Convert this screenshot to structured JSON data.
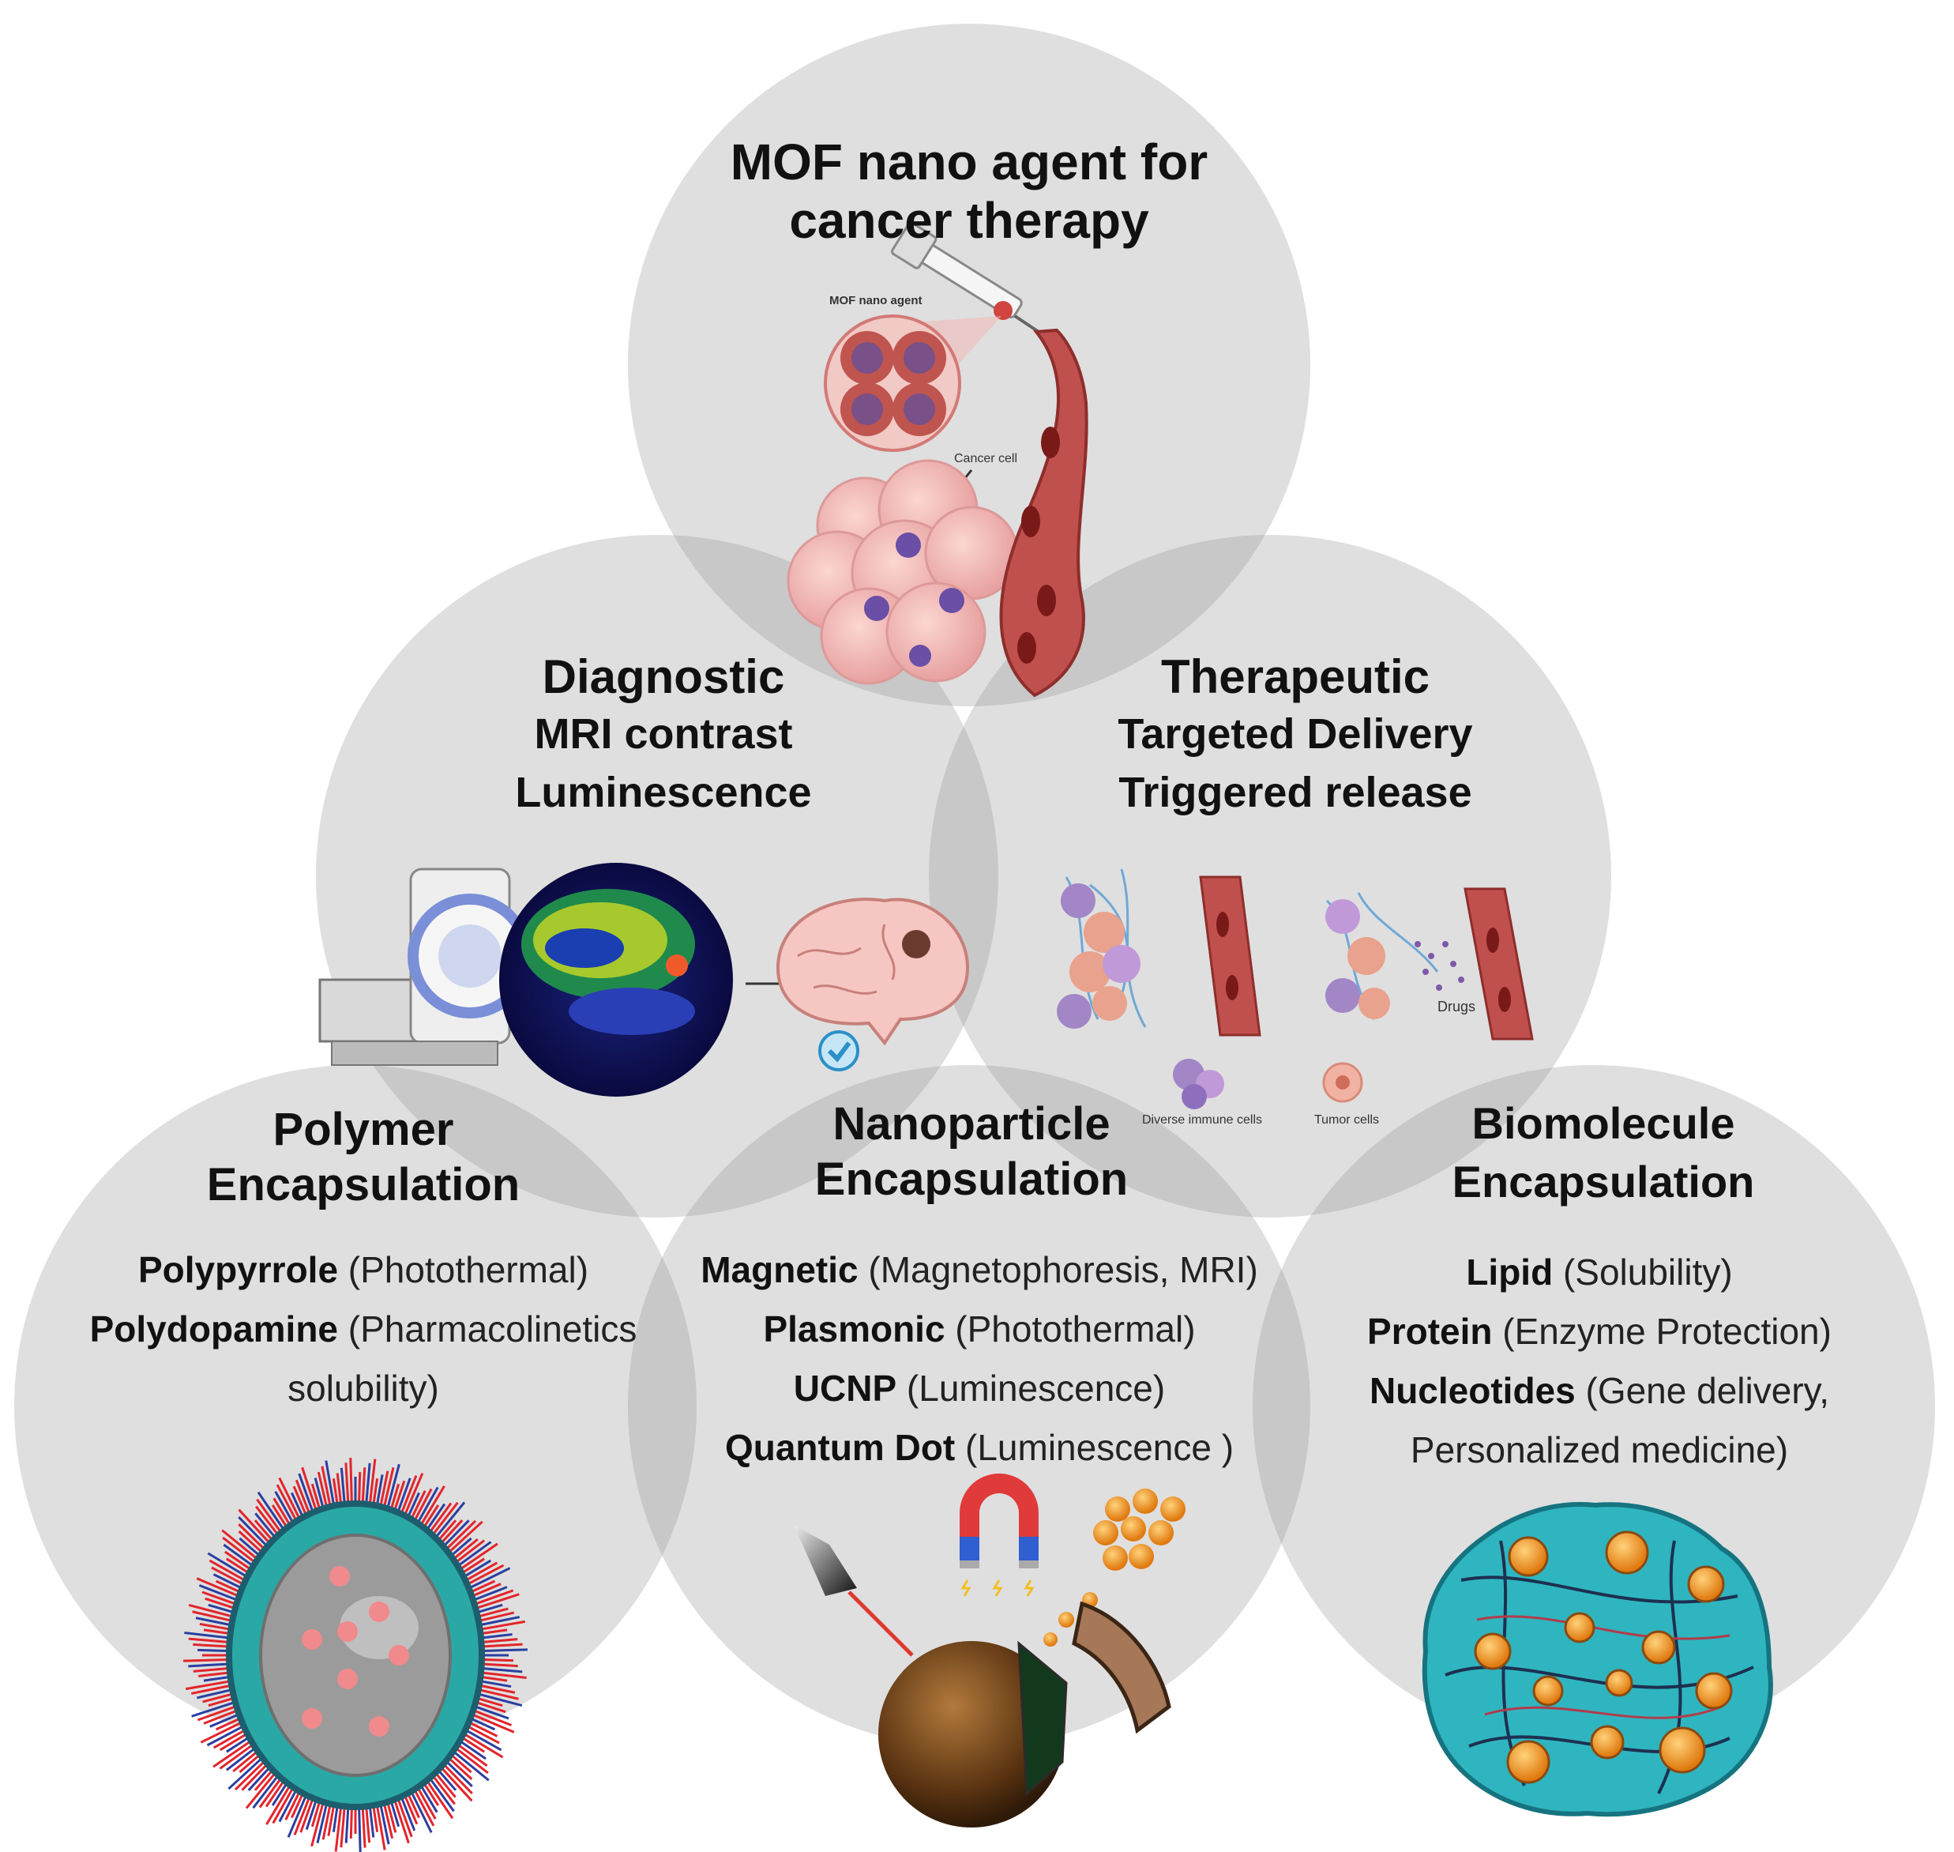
{
  "title": {
    "line1": "MOF nano agent for",
    "line2": "cancer therapy"
  },
  "top_illustration": {
    "nano_label": "MOF nano agent",
    "cell_label": "Cancer cell"
  },
  "diagnostic": {
    "title": "Diagnostic",
    "line1": "MRI contrast",
    "line2": "Luminescence"
  },
  "therapeutic": {
    "title": "Therapeutic",
    "line1": "Targeted Delivery",
    "line2": "Triggered release",
    "drugs_label": "Drugs",
    "immune_label": "Diverse immune cells",
    "tumor_label": "Tumor cells"
  },
  "polymer": {
    "title1": "Polymer",
    "title2": "Encapsulation",
    "items": [
      {
        "bold": "Polypyrrole",
        "rest": " (Photothermal)"
      },
      {
        "bold": "Polydopamine",
        "rest": " (Pharmacolinetics"
      },
      {
        "bold": "",
        "rest": "solubility)"
      }
    ]
  },
  "nanoparticle": {
    "title1": "Nanoparticle",
    "title2": "Encapsulation",
    "items": [
      {
        "bold": "Magnetic",
        "rest": " (Magnetophoresis, MRI)"
      },
      {
        "bold": "Plasmonic",
        "rest": " (Photothermal)"
      },
      {
        "bold": "UCNP",
        "rest": " (Luminescence)"
      },
      {
        "bold": "Quantum Dot",
        "rest": " (Luminescence )"
      }
    ]
  },
  "biomolecule": {
    "title1": "Biomolecule",
    "title2": "Encapsulation",
    "items": [
      {
        "bold": "Lipid",
        "rest": " (Solubility)"
      },
      {
        "bold": "Protein",
        "rest": " (Enzyme Protection)"
      },
      {
        "bold": "Nucleotides",
        "rest": " (Gene delivery,"
      },
      {
        "bold": "",
        "rest": "Personalized medicine)"
      }
    ]
  },
  "colors": {
    "circle": "#8c8c8c",
    "vessel": "#c0504d",
    "tumor": "#efb7b4",
    "magnet_red": "#e03a3a",
    "magnet_blue": "#2f5fd0",
    "teal": "#2fb5c0",
    "gold": "#e49a30"
  }
}
